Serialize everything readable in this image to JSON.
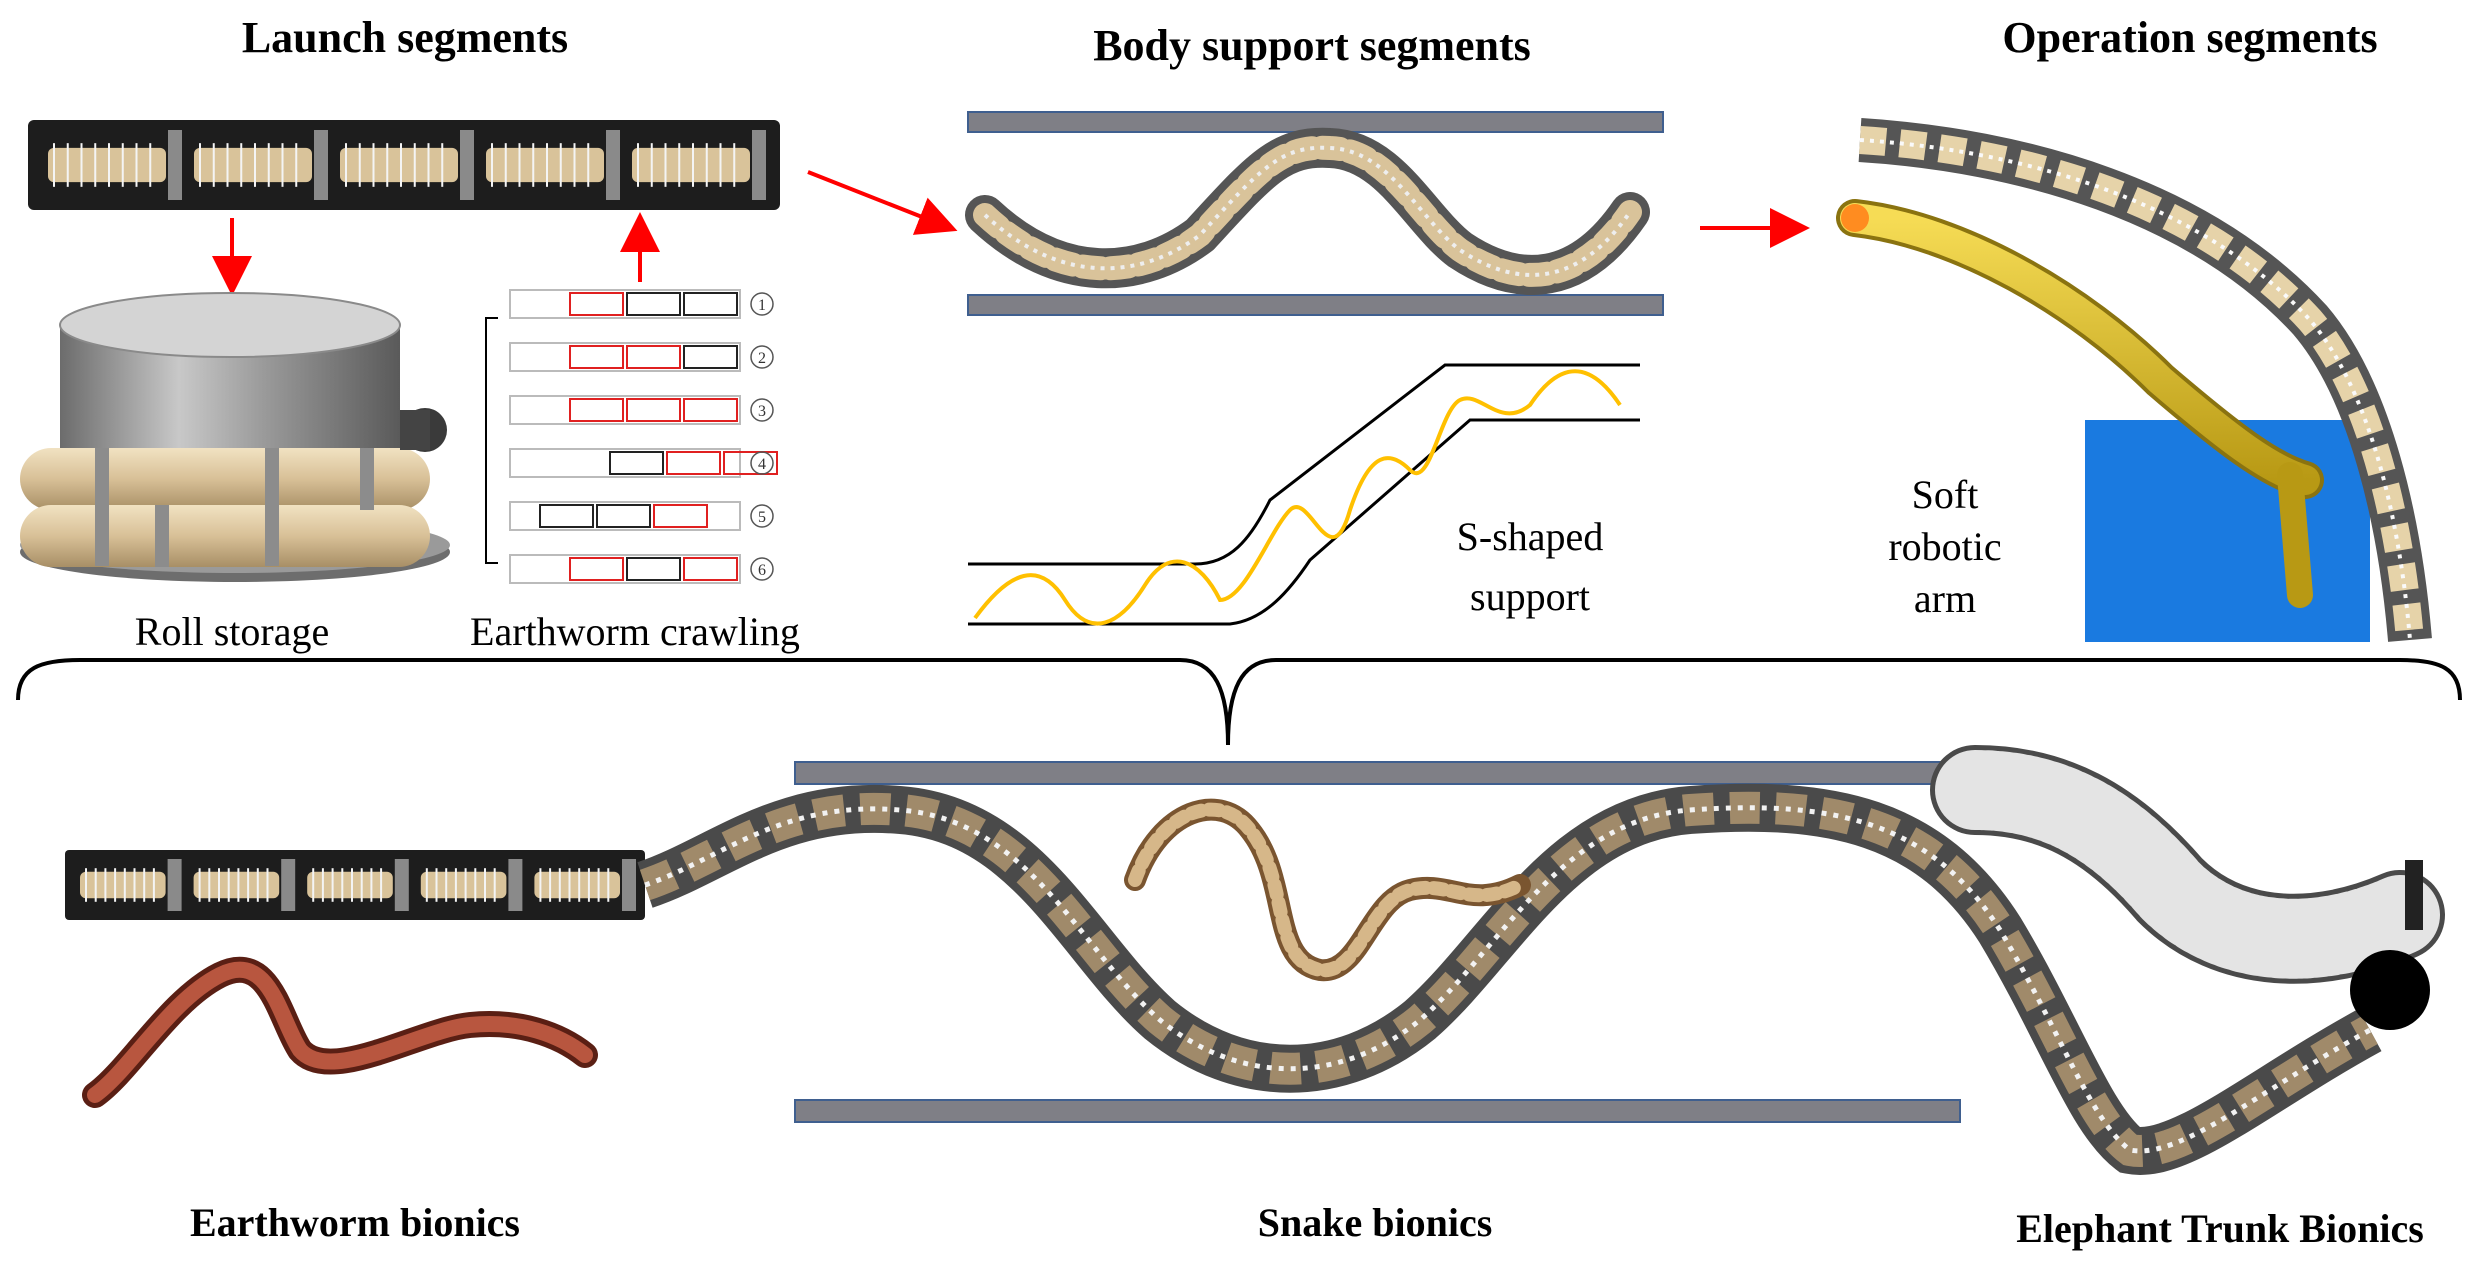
{
  "headings": {
    "launch": "Launch segments",
    "body_support": "Body support segments",
    "operation": "Operation segments"
  },
  "captions": {
    "roll_storage": "Roll storage",
    "earthworm_crawling": "Earthworm crawling",
    "s_shaped_line1": "S-shaped",
    "s_shaped_line2": "support",
    "soft_line1": "Soft",
    "soft_line2": "robotic",
    "soft_line3": "arm"
  },
  "bionics": {
    "earthworm": "Earthworm bionics",
    "snake": "Snake bionics",
    "elephant": "Elephant Trunk Bionics"
  },
  "crawl_steps": [
    {
      "num": "1",
      "boxes": [
        "red",
        "black",
        "black"
      ],
      "shift": 2
    },
    {
      "num": "2",
      "boxes": [
        "red",
        "red",
        "black"
      ],
      "shift": 2
    },
    {
      "num": "3",
      "boxes": [
        "red",
        "red",
        "red"
      ],
      "shift": 2
    },
    {
      "num": "4",
      "boxes": [
        "black",
        "red",
        "red"
      ],
      "shift": 2
    },
    {
      "num": "5",
      "boxes": [
        "black",
        "black",
        "red"
      ],
      "shift": 1
    },
    {
      "num": "6",
      "boxes": [
        "red",
        "black",
        "red"
      ],
      "shift": 1
    }
  ],
  "colors": {
    "arrow": "#ff0000",
    "wall": "#7f7f86",
    "wall_edge": "#3f5f8f",
    "tube": "#1a1a1a",
    "coil": "#d9c39a",
    "segment": "#a08a6a",
    "wave": "#ffc000",
    "soft_arm": "#e8c22a",
    "water": "#1a7ae0",
    "earthworm": "#8a3a2a",
    "snake": "#b89060"
  }
}
